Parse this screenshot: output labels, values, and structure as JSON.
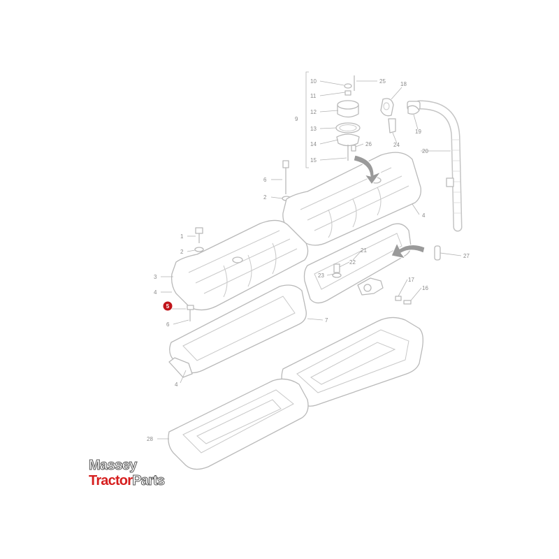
{
  "diagram": {
    "callouts": {
      "c1": "1",
      "c2a": "2",
      "c2b": "2",
      "c3": "3",
      "c4a": "4",
      "c4b": "4",
      "c4c": "4",
      "c6a": "6",
      "c6b": "6",
      "c7": "7",
      "c9": "9",
      "c10": "10",
      "c11": "11",
      "c12": "12",
      "c13": "13",
      "c14": "14",
      "c15": "15",
      "c16": "16",
      "c17": "17",
      "c18": "18",
      "c19": "19",
      "c20": "20",
      "c21": "21",
      "c22": "22",
      "c23": "23",
      "c24": "24",
      "c25": "25",
      "c26": "26",
      "c27": "27",
      "c28": "28"
    },
    "highlighted_part": "5",
    "highlight_color": "#c0141a"
  },
  "logo": {
    "line1": "Massey",
    "line2_red": "Tractor",
    "line2_white": "Parts",
    "red_color": "#d61e1e"
  }
}
